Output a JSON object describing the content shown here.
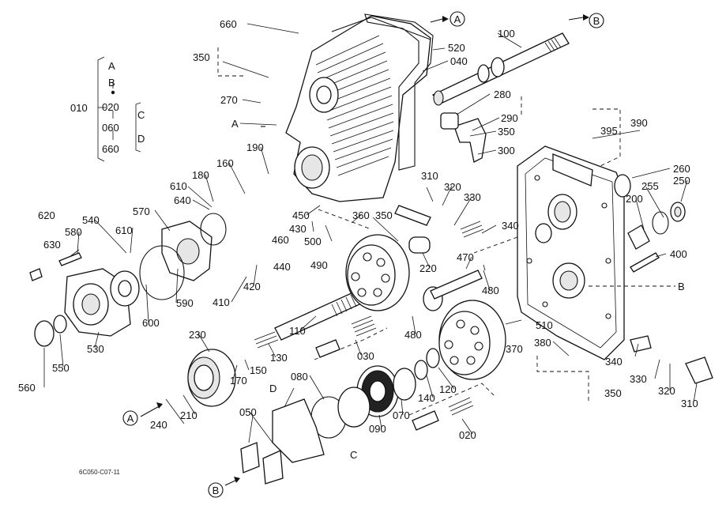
{
  "figure_code": "6C050-C07-11",
  "callouts": {
    "A": "A",
    "B": "B",
    "C": "C",
    "D": "D"
  },
  "assembly_group": {
    "main": "010",
    "A": "A",
    "B": "B",
    "n020": "020",
    "n060": "060",
    "C": "C",
    "D": "D",
    "n660": "660"
  },
  "parts": {
    "p660": "660",
    "p350a": "350",
    "p270": "270",
    "p520": "520",
    "p040": "040",
    "p100": "100",
    "p280": "280",
    "p290": "290",
    "p350b": "350",
    "p300": "300",
    "p390": "390",
    "p395": "395",
    "p190": "190",
    "p160": "160",
    "p180": "180",
    "p610a": "610",
    "p640": "640",
    "p620": "620",
    "p630": "630",
    "p580": "580",
    "p540": "540",
    "p570": "570",
    "p610b": "610",
    "p310a": "310",
    "p320a": "320",
    "p330a": "330",
    "p340a": "340",
    "p450": "450",
    "p360": "360",
    "p350c": "350",
    "p430": "430",
    "p460": "460",
    "p500": "500",
    "p440": "440",
    "p490": "490",
    "p260": "260",
    "p255": "255",
    "p250": "250",
    "p200": "200",
    "p400": "400",
    "p590": "590",
    "p600": "600",
    "p410": "410",
    "p420": "420",
    "p220": "220",
    "p470": "470",
    "p480a": "480",
    "p480b": "480",
    "p530": "530",
    "p550": "550",
    "p560": "560",
    "p110": "110",
    "p030": "030",
    "p510": "510",
    "p380": "380",
    "p370": "370",
    "p230": "230",
    "p130": "130",
    "p150": "150",
    "p170": "170",
    "p080": "080",
    "p140": "140",
    "p120": "120",
    "p340b": "340",
    "p330b": "330",
    "p320b": "320",
    "p310b": "310",
    "p350d": "350",
    "p070": "070",
    "p090": "090",
    "p020": "020",
    "p210": "210",
    "p240": "240",
    "p050": "050"
  }
}
